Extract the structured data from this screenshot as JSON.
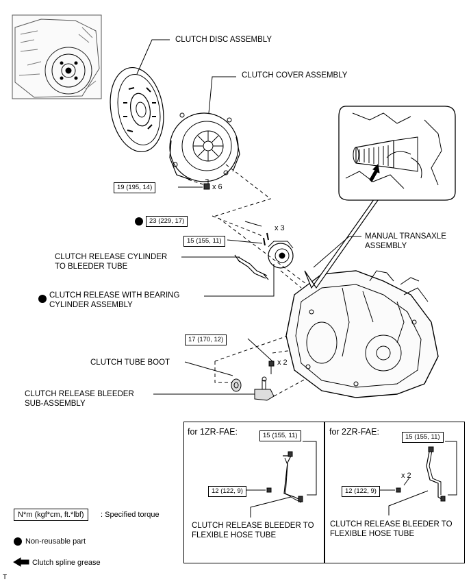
{
  "labels": {
    "clutch_disc": "CLUTCH DISC ASSEMBLY",
    "clutch_cover": "CLUTCH COVER ASSEMBLY",
    "transaxle_l1": "MANUAL TRANSAXLE",
    "transaxle_l2": "ASSEMBLY",
    "release_cyl_tube_l1": "CLUTCH RELEASE CYLINDER",
    "release_cyl_tube_l2": "TO BLEEDER TUBE",
    "release_bearing_l1": "CLUTCH RELEASE WITH BEARING",
    "release_bearing_l2": "CYLINDER ASSEMBLY",
    "tube_boot": "CLUTCH TUBE BOOT",
    "bleeder_sub_l1": "CLUTCH RELEASE BLEEDER",
    "bleeder_sub_l2": "SUB-ASSEMBLY"
  },
  "torques": {
    "cover_bolts": "19 (195, 14)",
    "cover_count": "x 6",
    "release_bolts": "23 (229, 17)",
    "release_count": "x 3",
    "tube_nut": "15 (155, 11)",
    "bleeder_bolts": "17 (170, 12)",
    "bleeder_count": "x 2"
  },
  "inset_1zr": {
    "title": "for 1ZR-FAE:",
    "torque_top": "15 (155, 11)",
    "torque_left": "12 (122, 9)",
    "label_l1": "CLUTCH RELEASE BLEEDER TO",
    "label_l2": "FLEXIBLE HOSE TUBE"
  },
  "inset_2zr": {
    "title": "for 2ZR-FAE:",
    "torque_top": "15 (155, 11)",
    "torque_left": "12 (122, 9)",
    "count": "x 2",
    "label_l1": "CLUTCH RELEASE BLEEDER TO",
    "label_l2": "FLEXIBLE HOSE TUBE"
  },
  "legend": {
    "torque_box": "N*m (kgf*cm, ft.*lbf)",
    "torque_desc": ": Specified torque",
    "non_reusable": "Non-reusable part",
    "grease": "Clutch spline grease"
  },
  "footer_mark": "T"
}
